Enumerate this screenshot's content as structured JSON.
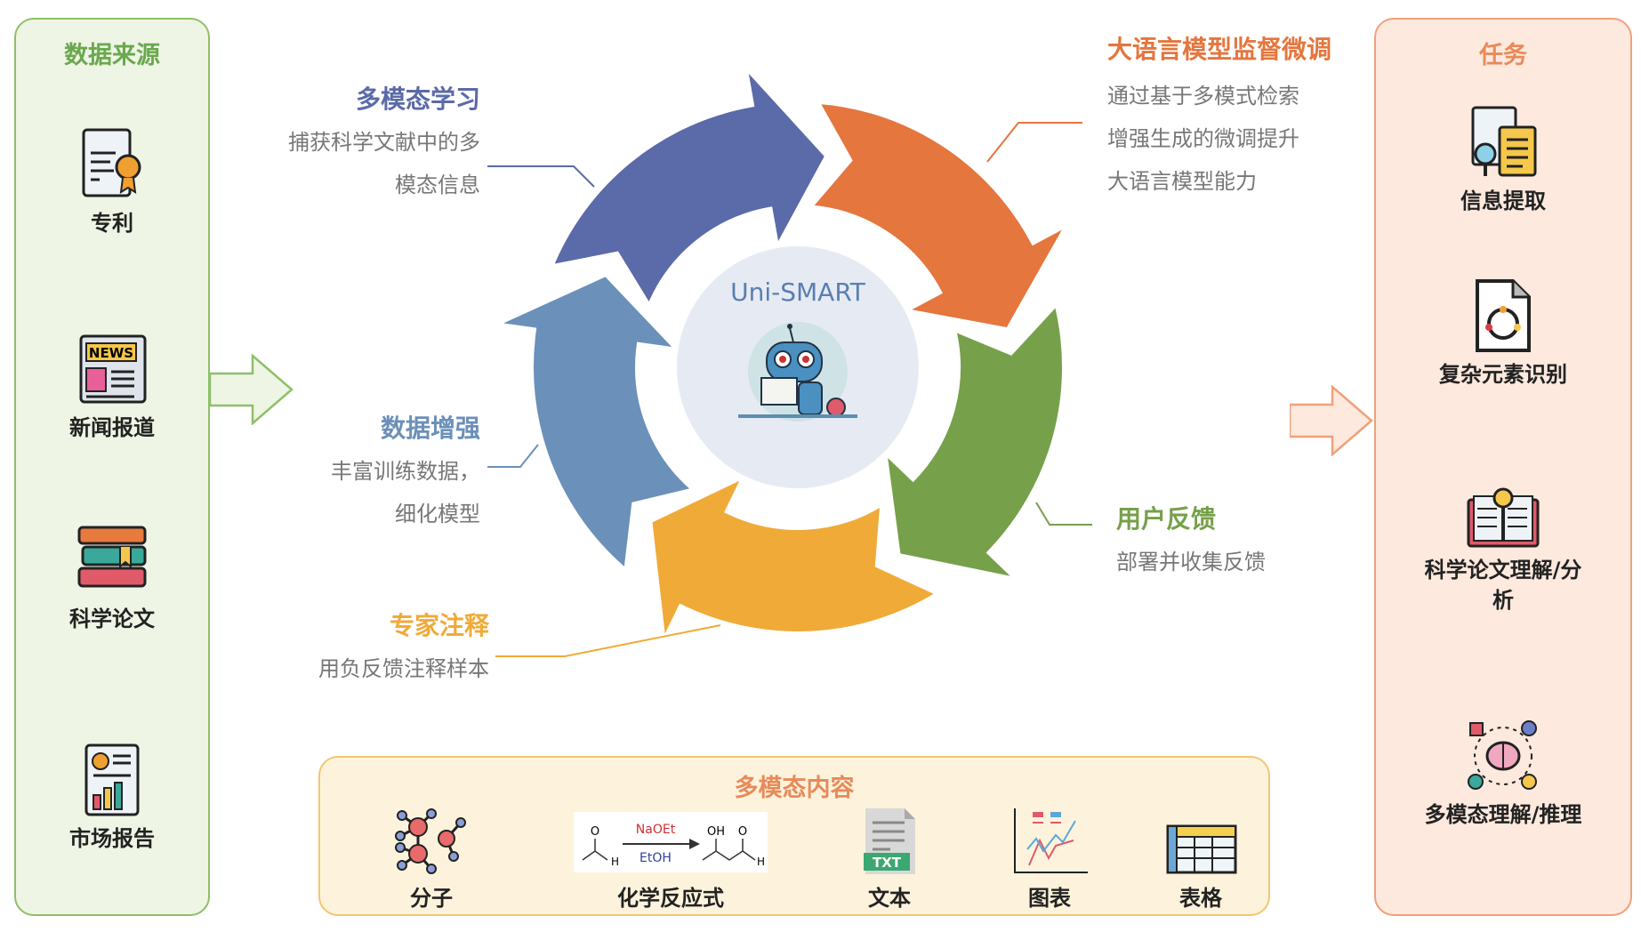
{
  "sources": {
    "title": "数据来源",
    "items": [
      {
        "label": "专利",
        "icon": "patent-icon"
      },
      {
        "label": "新闻报道",
        "icon": "newspaper-icon"
      },
      {
        "label": "科学论文",
        "icon": "books-icon"
      },
      {
        "label": "市场报告",
        "icon": "report-icon"
      }
    ]
  },
  "tasks": {
    "title": "任务",
    "items": [
      {
        "label": "信息提取",
        "icon": "document-search-icon"
      },
      {
        "label": "复杂元素识别",
        "icon": "diagram-file-icon"
      },
      {
        "label": "科学论文理解/分析",
        "icon": "book-lightbulb-icon"
      },
      {
        "label": "多模态理解/推理",
        "icon": "brain-icon"
      }
    ]
  },
  "center": {
    "title": "Uni-SMART"
  },
  "cycle": [
    {
      "title": "多模态学习",
      "lines": [
        "捕获科学文献中的多",
        "模态信息"
      ],
      "color": "#5b6aa8"
    },
    {
      "title": "大语言模型监督微调",
      "lines": [
        "通过基于多模式检索",
        "增强生成的微调提升",
        "大语言模型能力"
      ],
      "color": "#e4763e"
    },
    {
      "title": "用户反馈",
      "lines": [
        "部署并收集反馈"
      ],
      "color": "#76a04a"
    },
    {
      "title": "专家注释",
      "lines": [
        "用负反馈注释样本"
      ],
      "color": "#f0aa38"
    },
    {
      "title": "数据增强",
      "lines": [
        "丰富训练数据，",
        "细化模型"
      ],
      "color": "#6b90b9"
    }
  ],
  "multimodal": {
    "title": "多模态内容",
    "items": [
      {
        "label": "分子"
      },
      {
        "label": "化学反应式",
        "reagent_top": "NaOEt",
        "reagent_bottom": "EtOH"
      },
      {
        "label": "文本",
        "badge": "TXT"
      },
      {
        "label": "图表"
      },
      {
        "label": "表格"
      }
    ]
  }
}
